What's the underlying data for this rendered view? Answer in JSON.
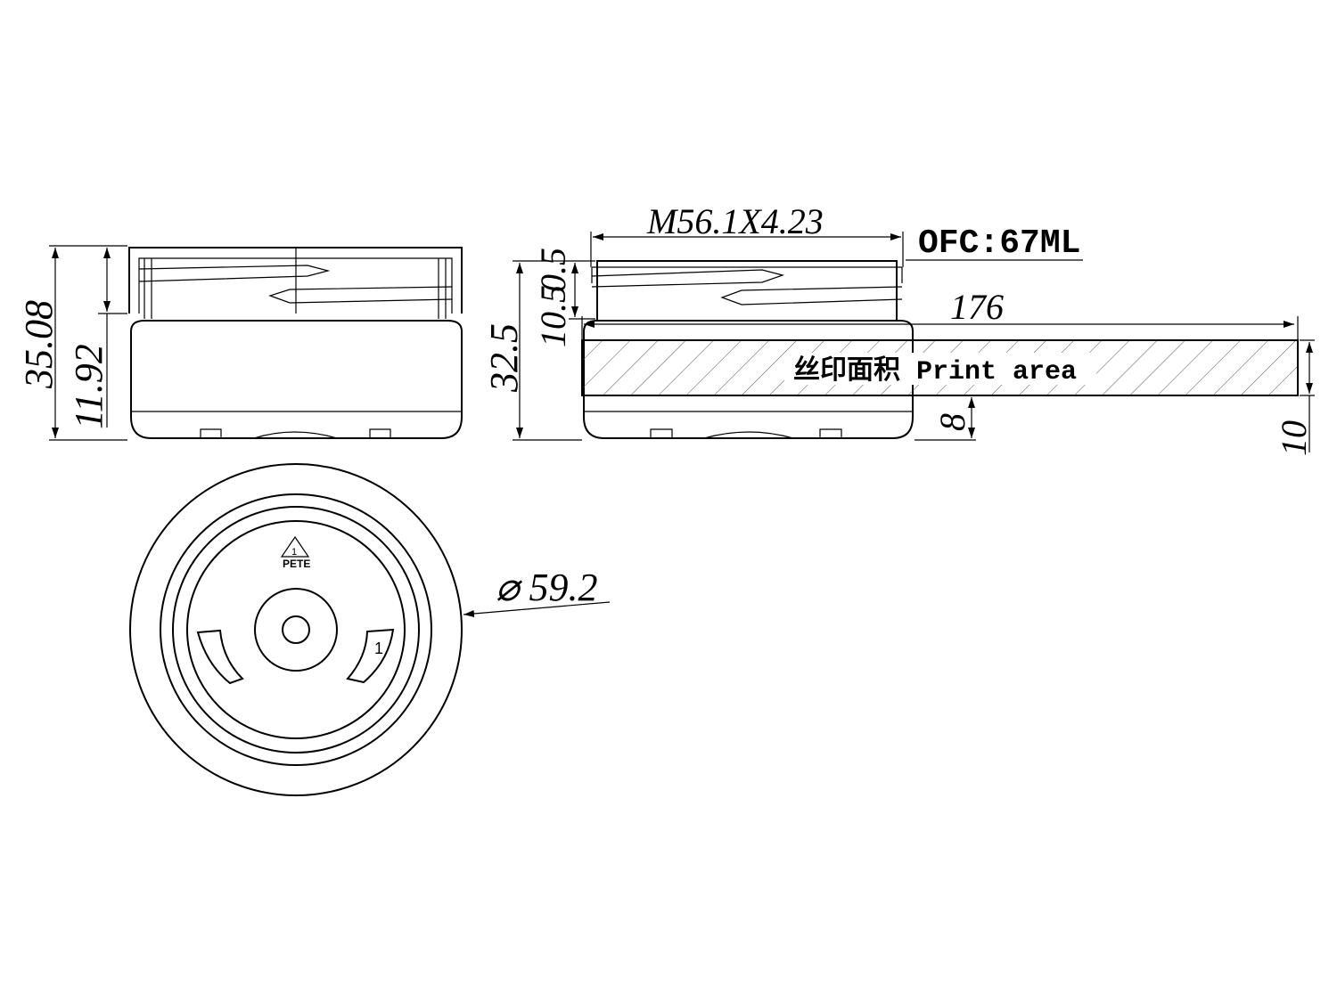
{
  "side_view": {
    "dim_total_height": "35.08",
    "dim_cap_height": "11.92"
  },
  "section_view": {
    "thread_spec": "M56.1X4.23",
    "capacity": "OFC:67ML",
    "dim_neck_top": "0.5",
    "dim_neck": "10.5",
    "dim_body_height": "32.5",
    "dim_label_length": "176",
    "dim_label_bottom": "8",
    "dim_label_height": "10",
    "print_area_label": "丝印面积 Print area"
  },
  "bottom_view": {
    "diameter": "⌀ 59.2",
    "recycle_code": "PETE",
    "recycle_number": "1",
    "cavity_number": "1"
  }
}
